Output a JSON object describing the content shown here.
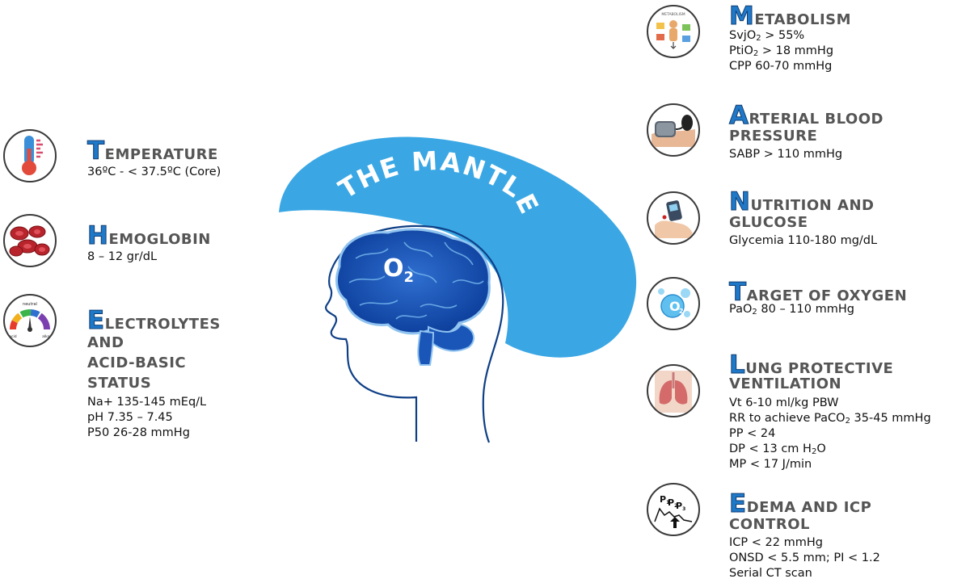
{
  "center": {
    "mantle_label": "THE MANTLE",
    "o2_main": "O",
    "o2_sub": "2"
  },
  "left": [
    {
      "cap": "T",
      "rest": "EMPERATURE",
      "icon": "thermometer-icon",
      "lines": [
        "36ºC - < 37.5ºC (Core)"
      ]
    },
    {
      "cap": "H",
      "rest": "EMOGLOBIN",
      "icon": "red-blood-cells-icon",
      "lines": [
        "8 – 12 gr/dL"
      ]
    },
    {
      "cap": "E",
      "rest": "LECTROLYTES",
      "rest2": "AND",
      "rest3": "ACID-BASIC",
      "rest4": "STATUS",
      "icon": "ph-gauge-icon",
      "gauge_labels": [
        "neutral",
        "acid",
        "alkali"
      ],
      "lines": [
        "Na+ 135-145 mEq/L",
        "pH 7.35 – 7.45",
        "P50 26-28 mmHg"
      ]
    }
  ],
  "right": [
    {
      "cap": "M",
      "rest": "ETABOLISM",
      "icon": "metabolism-icon",
      "icon_text": "METABOLISM",
      "lines": [
        [
          "SvjO",
          "2",
          " > 55%"
        ],
        [
          "PtiO",
          "2",
          " > 18 mmHg"
        ],
        [
          "CPP 60-70 mmHg",
          "",
          ""
        ]
      ]
    },
    {
      "cap": "A",
      "rest": "RTERIAL BLOOD",
      "rest2": "PRESSURE",
      "icon": "blood-pressure-cuff-icon",
      "lines": [
        [
          "SABP > 110 mmHg",
          "",
          ""
        ]
      ]
    },
    {
      "cap": "N",
      "rest": "UTRITION AND",
      "rest2": "GLUCOSE",
      "icon": "glucometer-icon",
      "lines": [
        [
          "Glycemia 110-180 mg/dL",
          "",
          ""
        ]
      ]
    },
    {
      "cap": "T",
      "rest": "ARGET OF OXYGEN",
      "icon": "oxygen-bubble-icon",
      "lines": [
        [
          "PaO",
          "2",
          " 80 – 110 mmHg"
        ]
      ]
    },
    {
      "cap": "L",
      "rest": "UNG PROTECTIVE",
      "rest2": "VENTILATION",
      "icon": "lungs-icon",
      "lines": [
        [
          "Vt 6-10 ml/kg PBW",
          "",
          ""
        ],
        [
          "RR to achieve PaCO",
          "2",
          " 35-45 mmHg"
        ],
        [
          "PP < 24",
          "",
          ""
        ],
        [
          "DP < 13 cm H",
          "2",
          "O"
        ],
        [
          "MP < 17 J/min",
          "",
          ""
        ]
      ]
    },
    {
      "cap": "E",
      "rest": "DEMA AND ICP",
      "rest2": "CONTROL",
      "icon": "icp-waveform-icon",
      "icon_labels": [
        "P",
        "1",
        "P",
        "2",
        "P",
        "3"
      ],
      "lines": [
        [
          "ICP < 22 mmHg",
          "",
          ""
        ],
        [
          "ONSD < 5.5 mm; PI < 1.2",
          "",
          ""
        ],
        [
          "Serial CT scan",
          "",
          ""
        ]
      ]
    }
  ]
}
